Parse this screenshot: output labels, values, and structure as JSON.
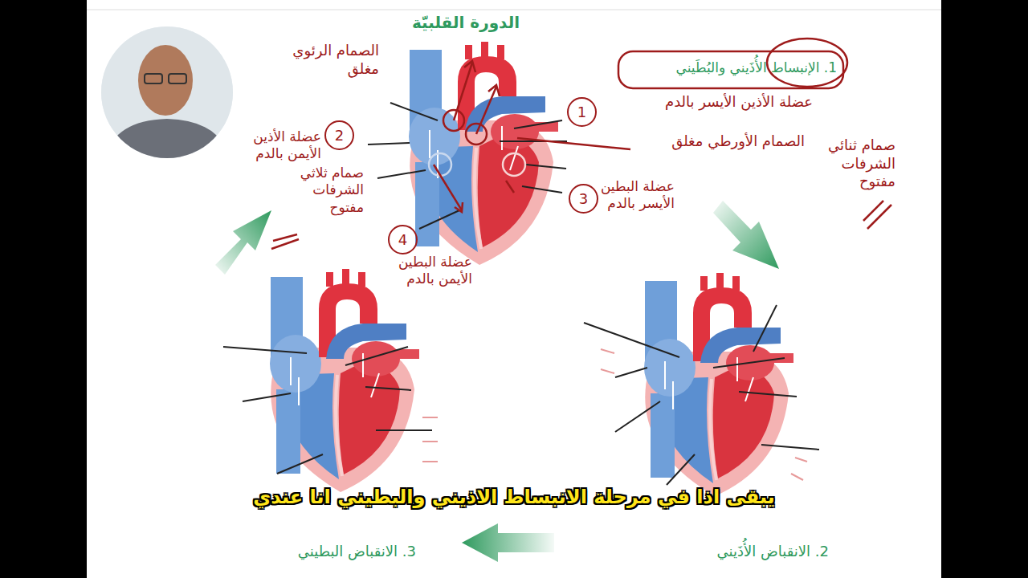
{
  "diagram": {
    "title": "الدورة القلبيّة",
    "caption": "يبقى اذا في مرحلة الانبساط الاذيني والبطيني انا عندي",
    "labels": [
      "1. الإنبساط الأُذَيني والبُطَيني",
      "الصمام الرئوي مغلق",
      "1",
      "عضلة الأذين الأيسر بالدم",
      "الصمام الأورطي مغلق",
      "صمام ثنائي الشرفات مفتوح",
      "2",
      "عضلة الأذين الأيمن بالدم",
      "صمام ثلاثي الشرفات مفتوح",
      "3",
      "عضلة البطين الأيسر بالدم",
      "4",
      "عضلة البطين الأيمن بالدم",
      "2. الانقباض الأُذَيني",
      "3. الانقباض البطيني"
    ]
  }
}
